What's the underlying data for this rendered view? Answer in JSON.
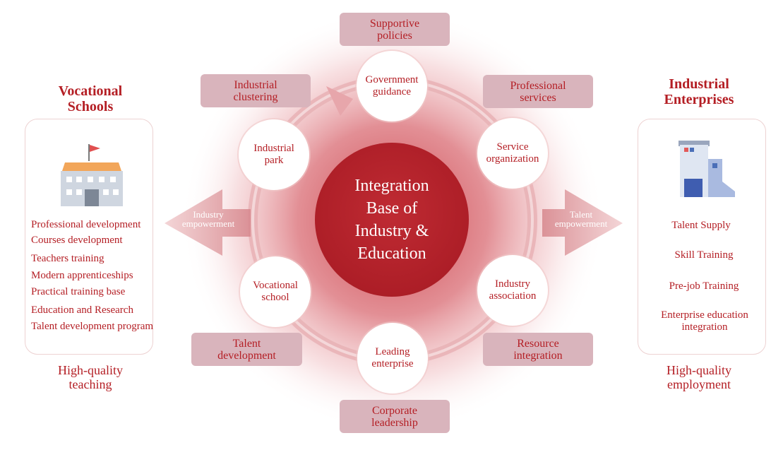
{
  "center": {
    "l1": "Integration",
    "l2": "Base of",
    "l3": "Industry &",
    "l4": "Education"
  },
  "nodes": {
    "government": {
      "l1": "Government",
      "l2": "guidance"
    },
    "service": {
      "l1": "Service",
      "l2": "organization"
    },
    "association": {
      "l1": "Industry",
      "l2": "association"
    },
    "leading": {
      "l1": "Leading",
      "l2": "enterprise"
    },
    "vocational": {
      "l1": "Vocational",
      "l2": "school"
    },
    "park": {
      "l1": "Industrial",
      "l2": "park"
    }
  },
  "tags": {
    "supportive": {
      "l1": "Supportive",
      "l2": "policies"
    },
    "professional": {
      "l1": "Professional",
      "l2": "services"
    },
    "resource": {
      "l1": "Resource",
      "l2": "integration"
    },
    "corporate": {
      "l1": "Corporate",
      "l2": "leadership"
    },
    "talentdev": {
      "l1": "Talent",
      "l2": "development"
    },
    "clustering": {
      "l1": "Industrial",
      "l2": "clustering"
    }
  },
  "left": {
    "title_l1": "Vocational",
    "title_l2": "Schools",
    "items": [
      "Professional development",
      "Courses development",
      "Teachers training",
      "Modern apprenticeships",
      "Practical training base",
      "Education and Research",
      "Talent development program"
    ],
    "footer_l1": "High-quality",
    "footer_l2": "teaching"
  },
  "right": {
    "title_l1": "Industrial",
    "title_l2": "Enterprises",
    "items": [
      "Talent Supply",
      "Skill Training",
      "Pre-job Training",
      "Enterprise education",
      "integration"
    ],
    "footer_l1": "High-quality",
    "footer_l2": "employment"
  },
  "arrows": {
    "left": {
      "l1": "Industry",
      "l2": "empowerment"
    },
    "right": {
      "l1": "Talent",
      "l2": "empowerment"
    }
  },
  "colors": {
    "accent": "#b41e24",
    "tag_bg": "#d9b4bc",
    "center_red": "#ad1e27"
  }
}
